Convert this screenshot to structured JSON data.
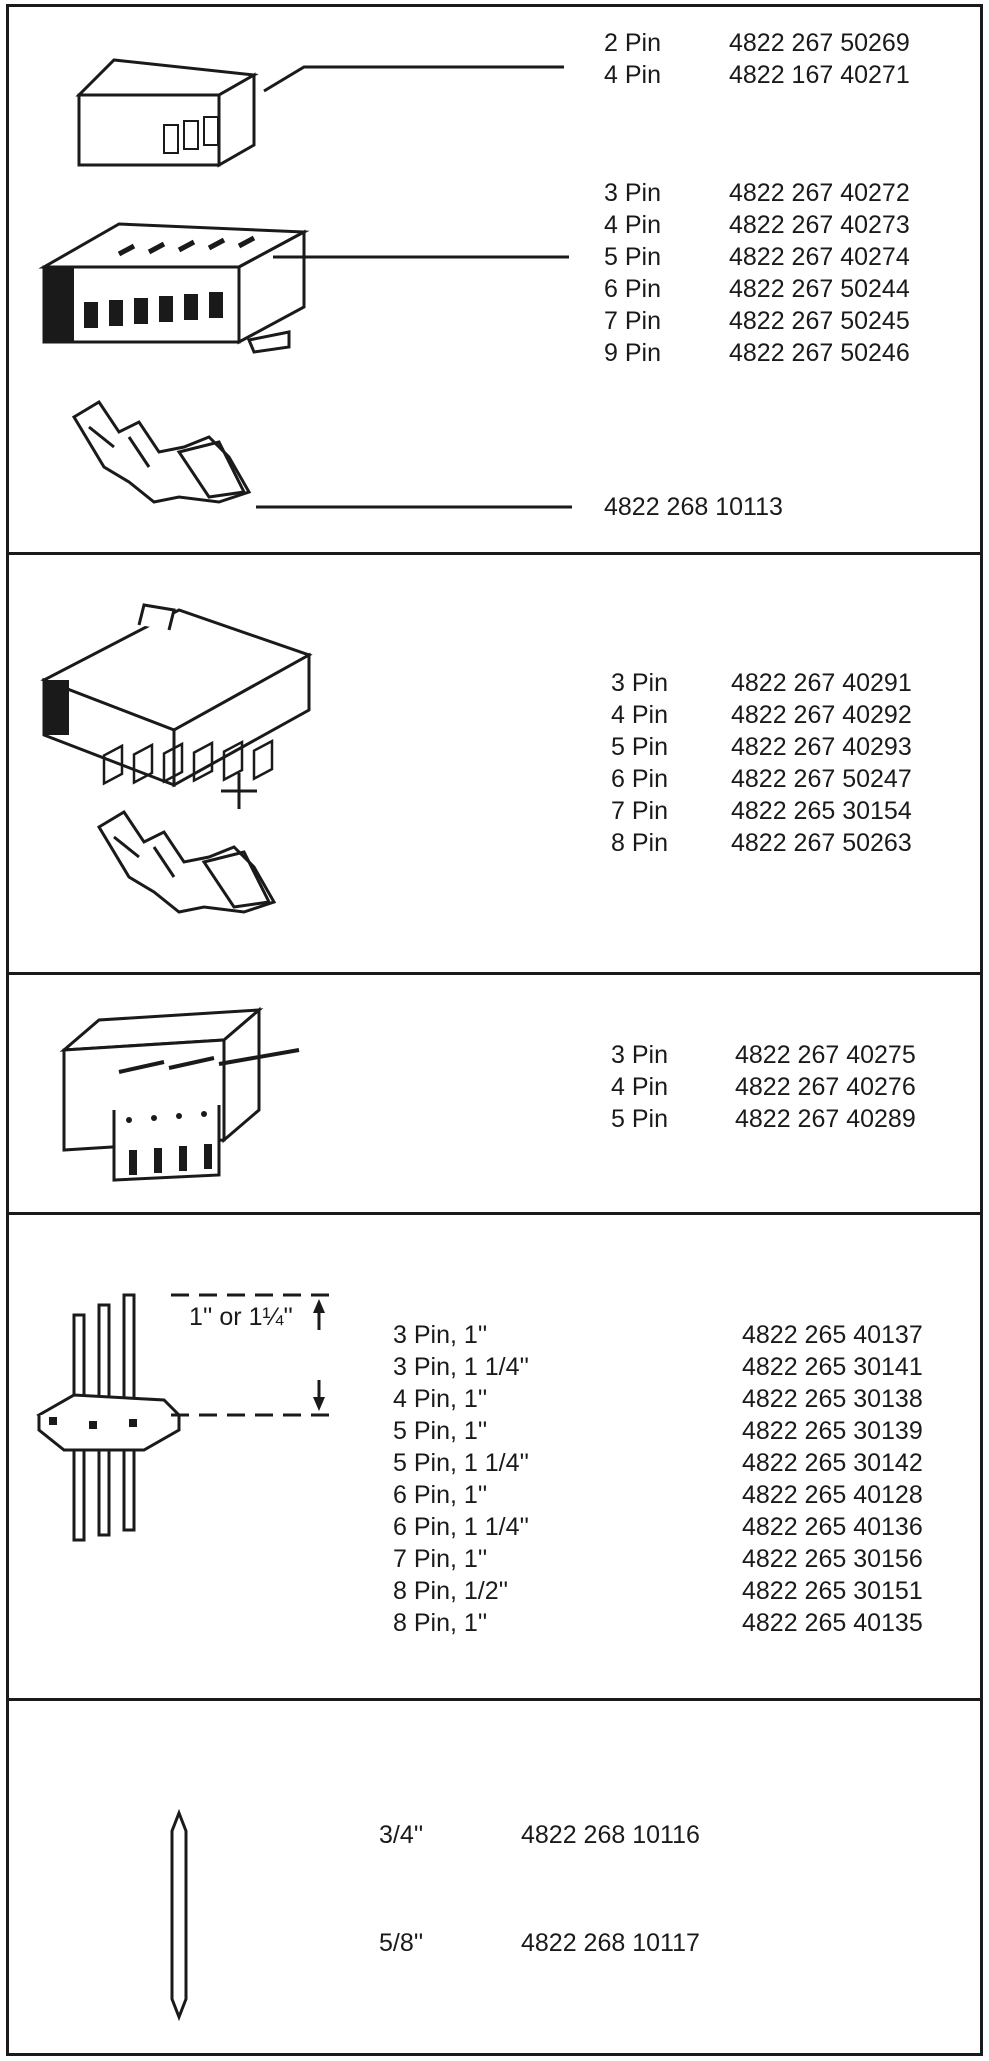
{
  "sections": [
    {
      "id": "s1",
      "groups": [
        {
          "rows": [
            {
              "label": "2 Pin",
              "code": "4822 267 50269"
            },
            {
              "label": "4 Pin",
              "code": "4822 167 40271"
            }
          ]
        },
        {
          "rows": [
            {
              "label": "3 Pin",
              "code": "4822 267 40272"
            },
            {
              "label": "4 Pin",
              "code": "4822 267 40273"
            },
            {
              "label": "5 Pin",
              "code": "4822 267 40274"
            },
            {
              "label": "6 Pin",
              "code": "4822 267 50244"
            },
            {
              "label": "7 Pin",
              "code": "4822 267 50245"
            },
            {
              "label": "9 Pin",
              "code": "4822 267 50246"
            }
          ]
        },
        {
          "rows": [
            {
              "label": "",
              "code": "4822 268 10113"
            }
          ]
        }
      ]
    },
    {
      "id": "s2",
      "rows": [
        {
          "label": "3 Pin",
          "code": "4822 267 40291"
        },
        {
          "label": "4 Pin",
          "code": "4822 267 40292"
        },
        {
          "label": "5 Pin",
          "code": "4822 267 40293"
        },
        {
          "label": "6 Pin",
          "code": "4822 267 50247"
        },
        {
          "label": "7 Pin",
          "code": "4822 265 30154"
        },
        {
          "label": "8 Pin",
          "code": "4822 267 50263"
        }
      ]
    },
    {
      "id": "s3",
      "rows": [
        {
          "label": "3 Pin",
          "code": "4822 267 40275"
        },
        {
          "label": "4 Pin",
          "code": "4822 267 40276"
        },
        {
          "label": "5 Pin",
          "code": "4822 267 40289"
        }
      ]
    },
    {
      "id": "s4",
      "dimension_label": "1'' or 1¼''",
      "rows": [
        {
          "label": "3 Pin, 1''",
          "code": "4822 265 40137"
        },
        {
          "label": "3 Pin, 1 1/4''",
          "code": "4822 265 30141"
        },
        {
          "label": "4 Pin, 1''",
          "code": "4822 265 30138"
        },
        {
          "label": "5 Pin, 1''",
          "code": "4822 265 30139"
        },
        {
          "label": "5 Pin, 1 1/4''",
          "code": "4822 265 30142"
        },
        {
          "label": "6 Pin, 1''",
          "code": "4822 265 40128"
        },
        {
          "label": "6 Pin, 1 1/4''",
          "code": "4822 265 40136"
        },
        {
          "label": "7 Pin, 1''",
          "code": "4822 265 30156"
        },
        {
          "label": "8 Pin, 1/2''",
          "code": "4822 265 30151"
        },
        {
          "label": "8 Pin, 1''",
          "code": "4822 265 40135"
        }
      ]
    },
    {
      "id": "s5",
      "rows": [
        {
          "label": "3/4''",
          "code": "4822 268 10116"
        },
        {
          "label": "5/8''",
          "code": "4822 268 10117"
        }
      ]
    }
  ]
}
